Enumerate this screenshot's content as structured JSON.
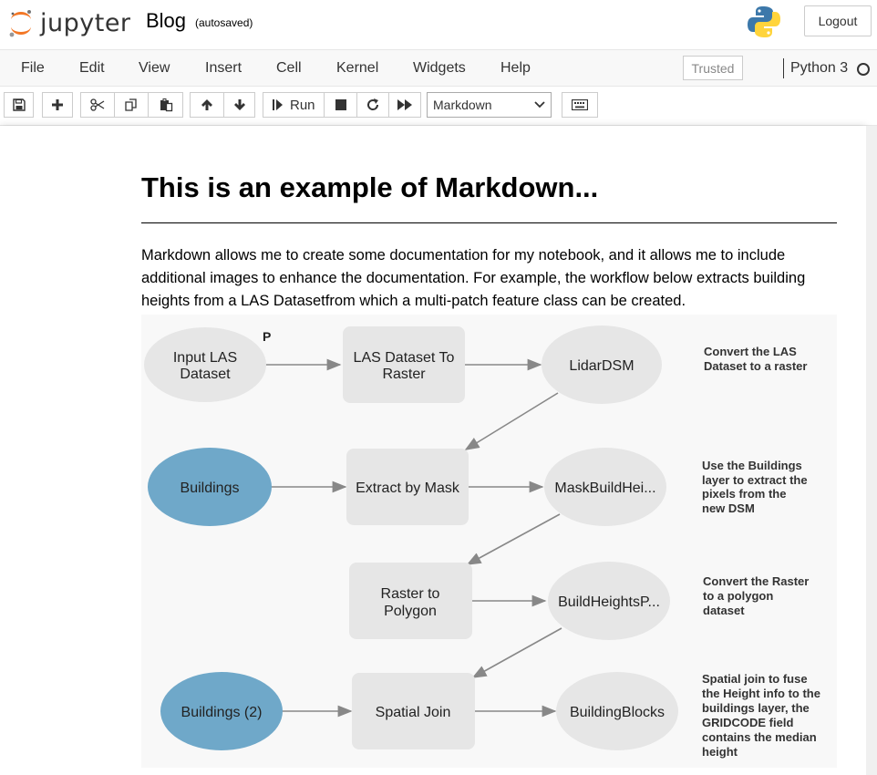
{
  "header": {
    "logo_text": "jupyter",
    "notebook_name": "Blog",
    "autosave_status": "(autosaved)",
    "logout_label": "Logout"
  },
  "menubar": {
    "items": [
      "File",
      "Edit",
      "View",
      "Insert",
      "Cell",
      "Kernel",
      "Widgets",
      "Help"
    ],
    "trusted_label": "Trusted",
    "kernel_name": "Python 3"
  },
  "toolbar": {
    "run_label": "Run",
    "cell_type": "Markdown",
    "icons": [
      "save-icon",
      "plus-icon",
      "scissors-icon",
      "copy-icon",
      "paste-icon",
      "arrow-up-icon",
      "arrow-down-icon",
      "run-icon",
      "stop-icon",
      "restart-icon",
      "fast-forward-icon",
      "keyboard-icon"
    ]
  },
  "cell": {
    "heading": "This is an example of Markdown...",
    "paragraph": "Markdown allows me to create some documentation for my notebook, and it allows me to include additional images to enhance the documentation. For example, the workflow below extracts building heights from a LAS Datasetfrom which a multi-patch feature class can be created."
  },
  "diagram": {
    "nodes": {
      "input_las_1": "Input LAS",
      "input_las_2": "Dataset",
      "p_label": "P",
      "las_to_raster_1": "LAS Dataset To",
      "las_to_raster_2": "Raster",
      "lidar_dsm": "LidarDSM",
      "buildings": "Buildings",
      "extract_by_mask": "Extract by Mask",
      "mask_build": "MaskBuildHei...",
      "raster_to_polygon_1": "Raster to",
      "raster_to_polygon_2": "Polygon",
      "build_heights": "BuildHeightsP...",
      "buildings_2": "Buildings (2)",
      "spatial_join": "Spatial Join",
      "building_blocks": "BuildingBlocks"
    },
    "notes": {
      "note1": [
        "Convert the LAS",
        "Dataset to a raster"
      ],
      "note2": [
        "Use the Buildings",
        "layer to extract the",
        "pixels from the",
        "new DSM"
      ],
      "note3": [
        "Convert the Raster",
        "to a polygon",
        "dataset"
      ],
      "note4": [
        "Spatial join to  fuse",
        "the Height info to the",
        "buildings layer, the",
        "GRIDCODE field",
        "contains the median",
        "height"
      ]
    },
    "colors": {
      "input_node": "#e6e6e6",
      "tool_node": "#e6e6e6",
      "blue_node": "#6fa8c9",
      "arrow": "#888888",
      "background": "#f8f8f8"
    }
  },
  "colors": {
    "jupyter_orange": "#f37726",
    "python_blue": "#3c78aa",
    "python_yellow": "#ffd43b"
  }
}
